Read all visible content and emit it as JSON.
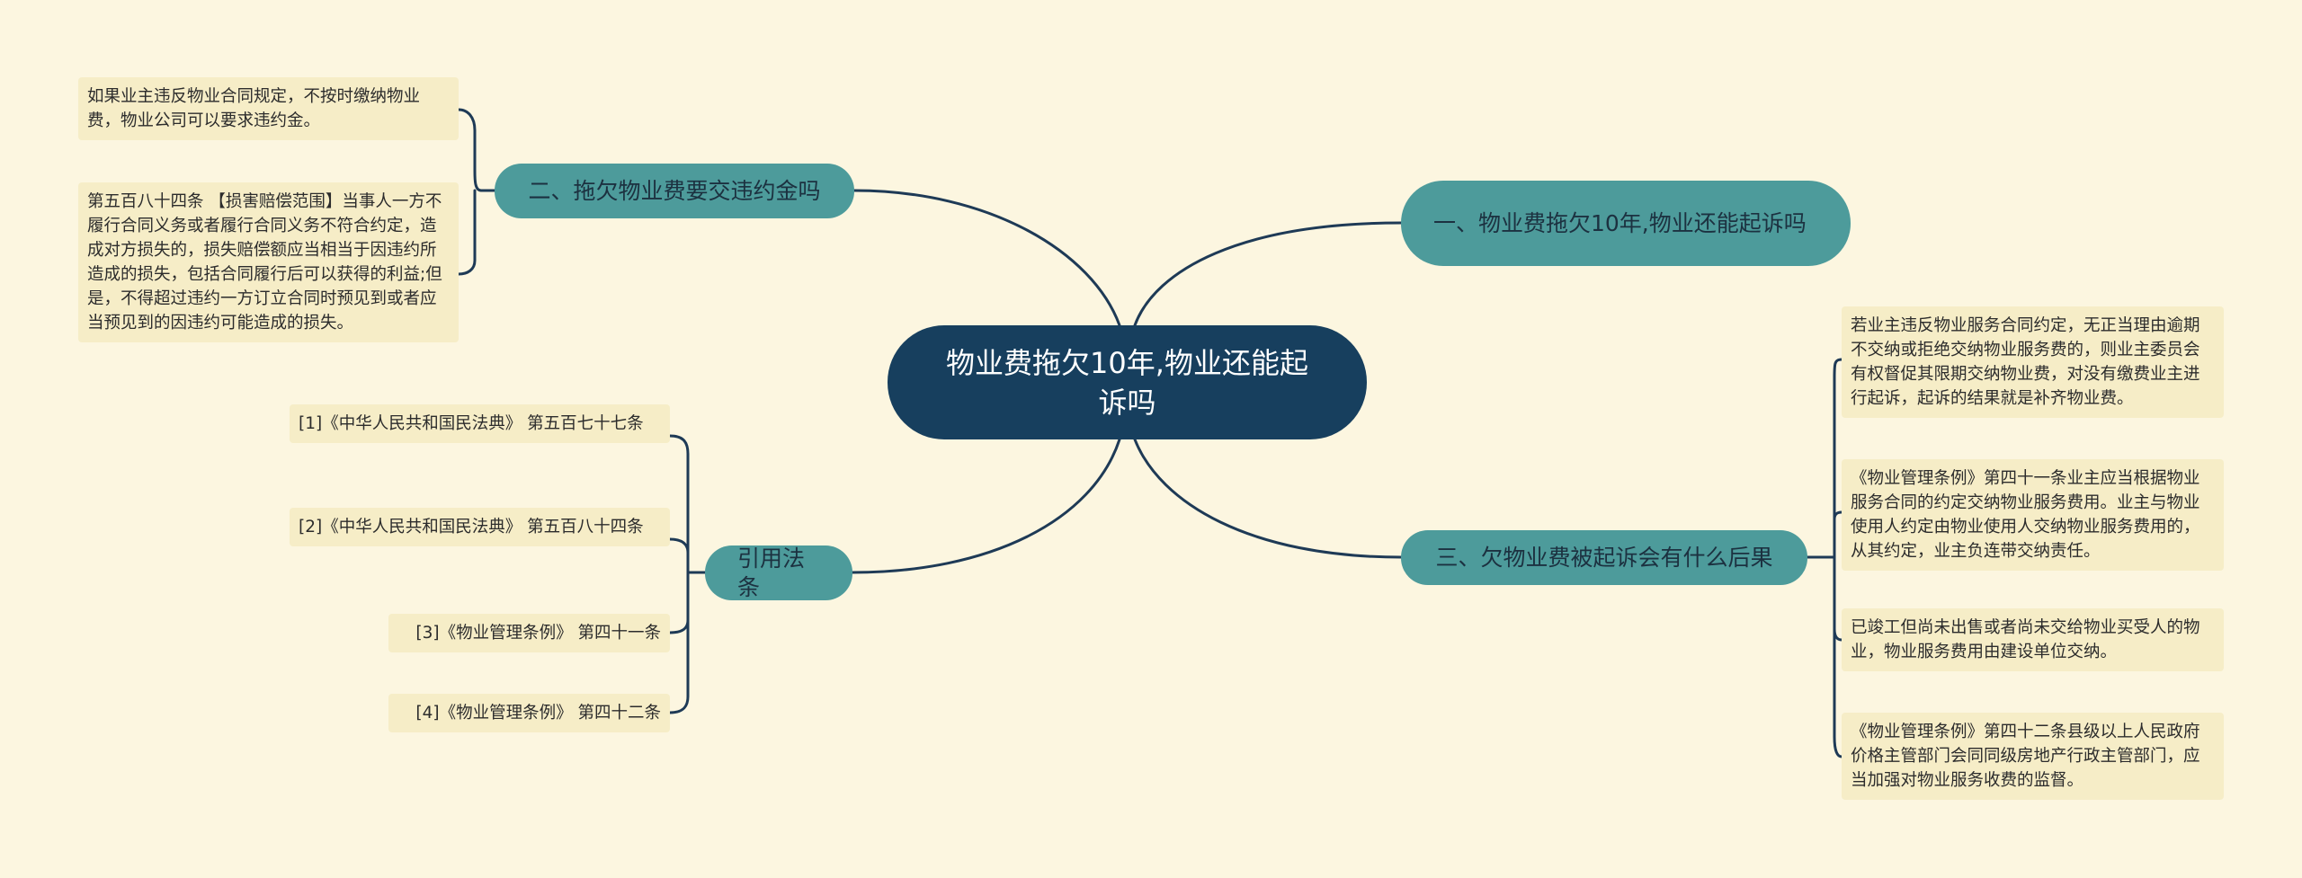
{
  "root": {
    "label": "物业费拖欠10年,物业还能起诉吗"
  },
  "topics": {
    "t1": {
      "label": "一、物业费拖欠10年,物业还能起诉吗"
    },
    "t2": {
      "label": "二、拖欠物业费要交违约金吗"
    },
    "t3": {
      "label": "三、欠物业费被起诉会有什么后果"
    },
    "t4": {
      "label": "引用法条"
    }
  },
  "leaves": {
    "t2_a": "如果业主违反物业合同规定，不按时缴纳物业费，物业公司可以要求违约金。",
    "t2_b": "第五百八十四条 【损害赔偿范围】当事人一方不履行合同义务或者履行合同义务不符合约定，造成对方损失的，损失赔偿额应当相当于因违约所造成的损失，包括合同履行后可以获得的利益;但是，不得超过违约一方订立合同时预见到或者应当预见到的因违约可能造成的损失。",
    "t3_a": "若业主违反物业服务合同约定，无正当理由逾期不交纳或拒绝交纳物业服务费的，则业主委员会有权督促其限期交纳物业费，对没有缴费业主进行起诉，起诉的结果就是补齐物业费。",
    "t3_b": "《物业管理条例》第四十一条业主应当根据物业服务合同的约定交纳物业服务费用。业主与物业使用人约定由物业使用人交纳物业服务费用的，从其约定，业主负连带交纳责任。",
    "t3_c": "已竣工但尚未出售或者尚未交给物业买受人的物业，物业服务费用由建设单位交纳。",
    "t3_d": "《物业管理条例》第四十二条县级以上人民政府价格主管部门会同同级房地产行政主管部门，应当加强对物业服务收费的监督。",
    "t4_a": "[1]《中华人民共和国民法典》 第五百七十七条",
    "t4_b": "[2]《中华人民共和国民法典》 第五百八十四条",
    "t4_c": "[3]《物业管理条例》 第四十一条",
    "t4_d": "[4]《物业管理条例》 第四十二条"
  },
  "colors": {
    "background": "#fcf6e0",
    "root": "#173f5e",
    "topic": "#4d9b9b",
    "leaf": "#f6edc7",
    "line": "#1e3a56"
  }
}
